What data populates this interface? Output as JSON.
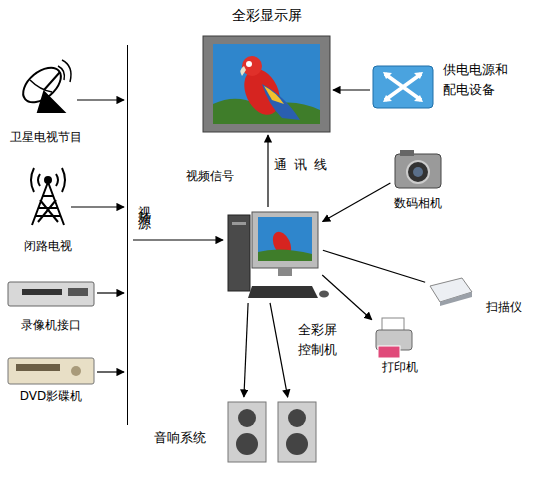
{
  "diagram": {
    "nodes": [
      {
        "text": [
          "全彩显示屏"
        ]
      },
      {
        "text": [
          "供电电源和配电设备"
        ]
      },
      {
        "text": [
          "卫星电视节目"
        ]
      },
      {
        "text": [
          "闭路电视"
        ]
      },
      {
        "text": [
          "录像机接口"
        ]
      },
      {
        "text": [
          "DVD影碟机"
        ]
      },
      {
        "text": [
          "视频源"
        ]
      },
      {
        "text": [
          "全彩屏控制机"
        ]
      },
      {
        "text": [
          "数码相机"
        ]
      },
      {
        "text": [
          "扫描仪"
        ]
      },
      {
        "text": [
          "打印机"
        ]
      },
      {
        "text": [
          "音响系统"
        ]
      }
    ],
    "edges": [
      {
        "from": 1,
        "to": 0,
        "arrow": "to"
      },
      {
        "from": 7,
        "to": 0,
        "label": "视频信号",
        "arrow": "to"
      },
      {
        "from": 2,
        "to": 6,
        "arrow": "to"
      },
      {
        "from": 3,
        "to": 6,
        "arrow": "to"
      },
      {
        "from": 4,
        "to": 6,
        "arrow": "to"
      },
      {
        "from": 5,
        "to": 6,
        "arrow": "to"
      },
      {
        "from": 6,
        "to": 7,
        "arrow": "to"
      },
      {
        "from": 8,
        "to": 7,
        "arrow": "to"
      },
      {
        "from": 7,
        "to": 9,
        "arrow": "none"
      },
      {
        "from": 7,
        "to": 10,
        "arrow": "to"
      },
      {
        "from": 7,
        "to": 11,
        "arrow": "to"
      },
      {
        "from": 7,
        "to": 11,
        "arrow": "to"
      }
    ],
    "labels": [
      "通讯线"
    ]
  }
}
